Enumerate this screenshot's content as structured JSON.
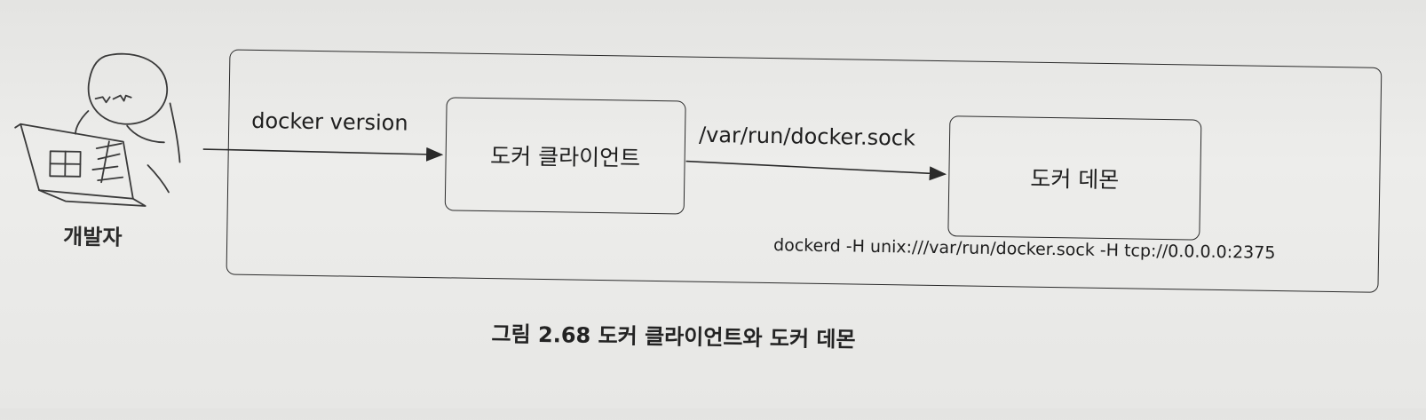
{
  "developer": {
    "label": "개발자",
    "icon": "developer-icon"
  },
  "edges": {
    "command": "docker version",
    "socket": "/var/run/docker.sock"
  },
  "nodes": {
    "client": "도커 클라이언트",
    "daemon": "도커 데몬"
  },
  "dockerd_command": "dockerd -H unix:///var/run/docker.sock -H tcp://0.0.0.0:2375",
  "caption": "그림 2.68 도커 클라이언트와 도커 데몬"
}
